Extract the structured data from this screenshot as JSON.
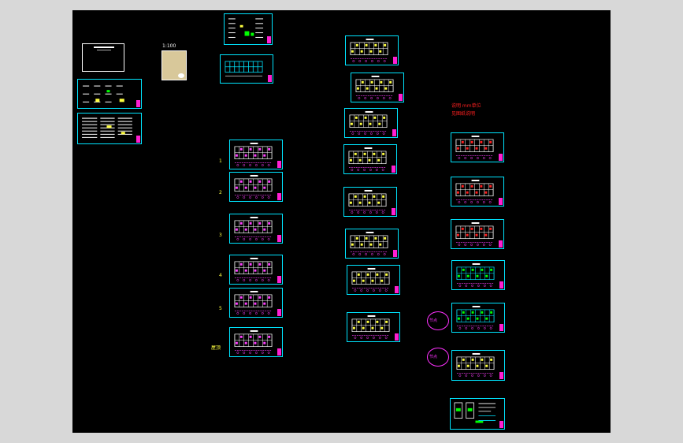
{
  "colors": {
    "frame": "#00e5ff",
    "titleblock": "#ff1fd2",
    "label": "#ffff40",
    "note": "#ff2020",
    "background": "#000000",
    "chrome": "#d8d8d8"
  },
  "labels": {
    "scale_text": "1:100",
    "row_1": "1",
    "row_2": "2",
    "row_3": "3",
    "row_4": "4",
    "row_5": "5",
    "roof": "屋顶",
    "note_1": "说明 mm单位",
    "note_2": "见图纸说明",
    "detail_1": "节点",
    "detail_2": "节点"
  }
}
